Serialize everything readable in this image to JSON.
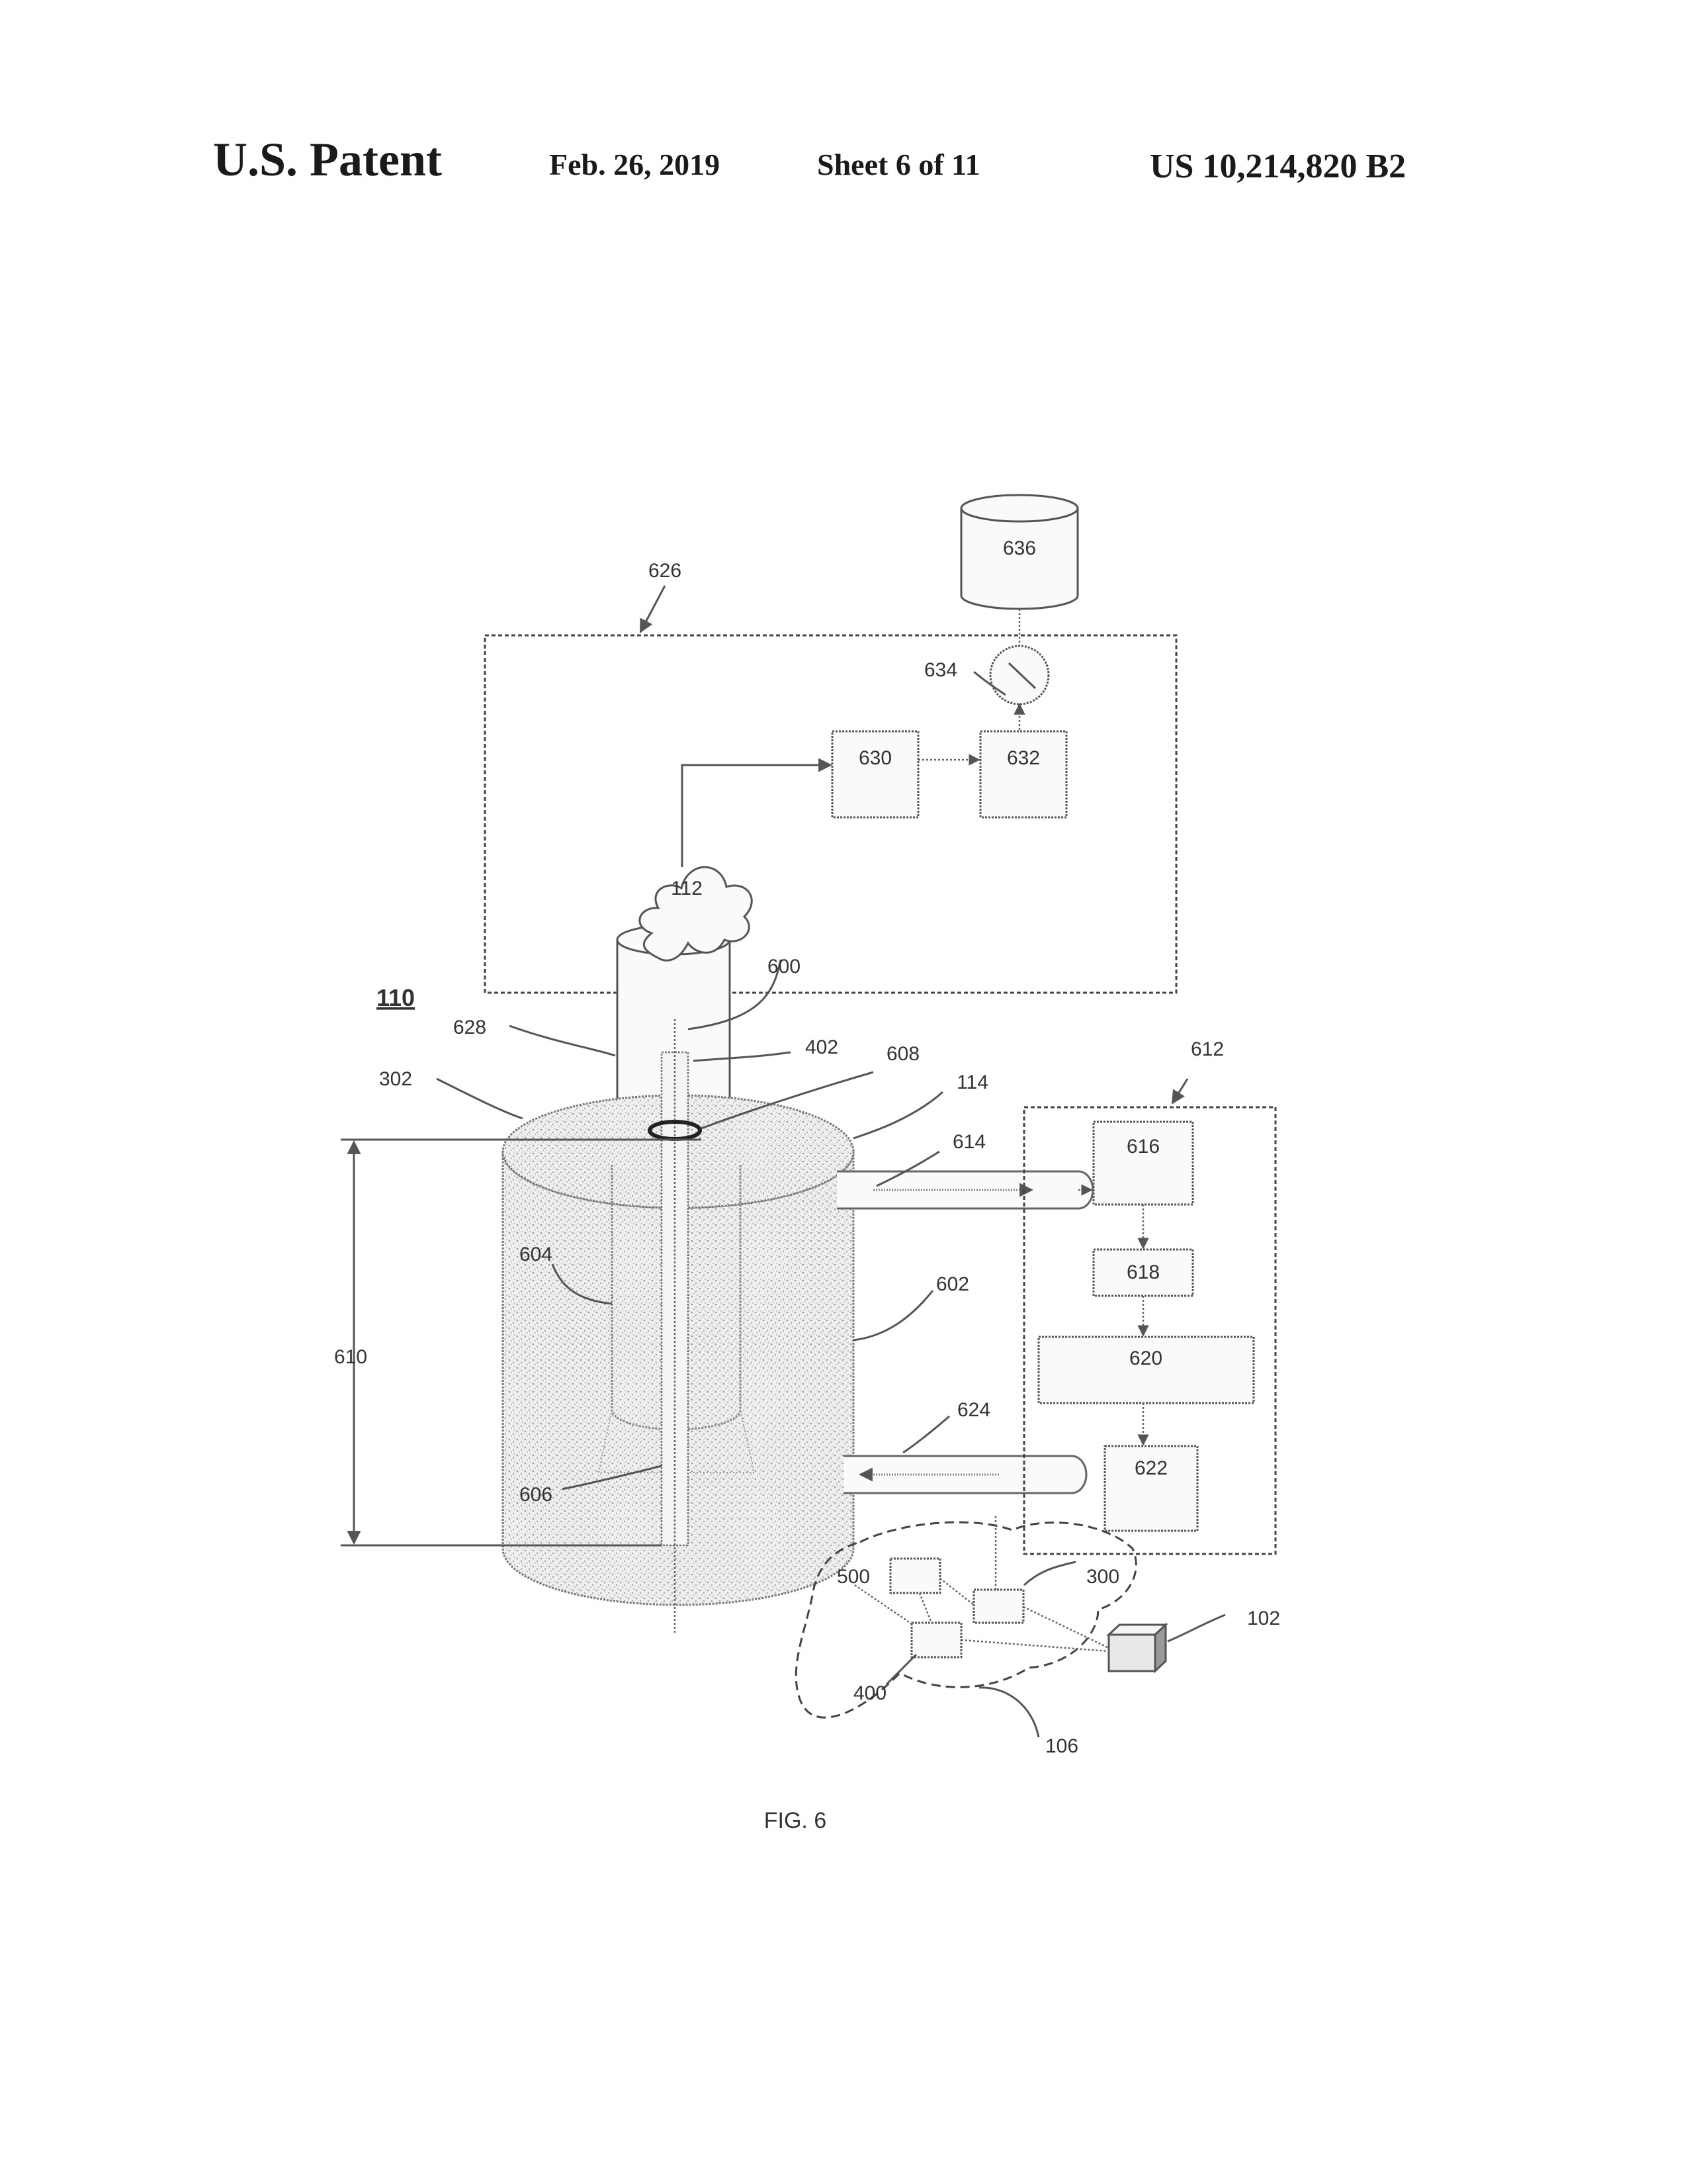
{
  "header": {
    "title": "U.S. Patent",
    "date": "Feb. 26, 2019",
    "sheet": "Sheet 6 of 11",
    "patent_number": "US 10,214,820 B2"
  },
  "figure": {
    "caption": "FIG. 6",
    "system_label": "110",
    "labels": {
      "l636": "636",
      "l626": "626",
      "l634": "634",
      "l630": "630",
      "l632": "632",
      "l112": "112",
      "l600": "600",
      "l628": "628",
      "l402": "402",
      "l608": "608",
      "l114": "114",
      "l612": "612",
      "l302": "302",
      "l614": "614",
      "l616": "616",
      "l604": "604",
      "l602": "602",
      "l618": "618",
      "l610": "610",
      "l620": "620",
      "l624": "624",
      "l606": "606",
      "l622": "622",
      "l500": "500",
      "l300": "300",
      "l102": "102",
      "l400": "400",
      "l106": "106"
    }
  }
}
